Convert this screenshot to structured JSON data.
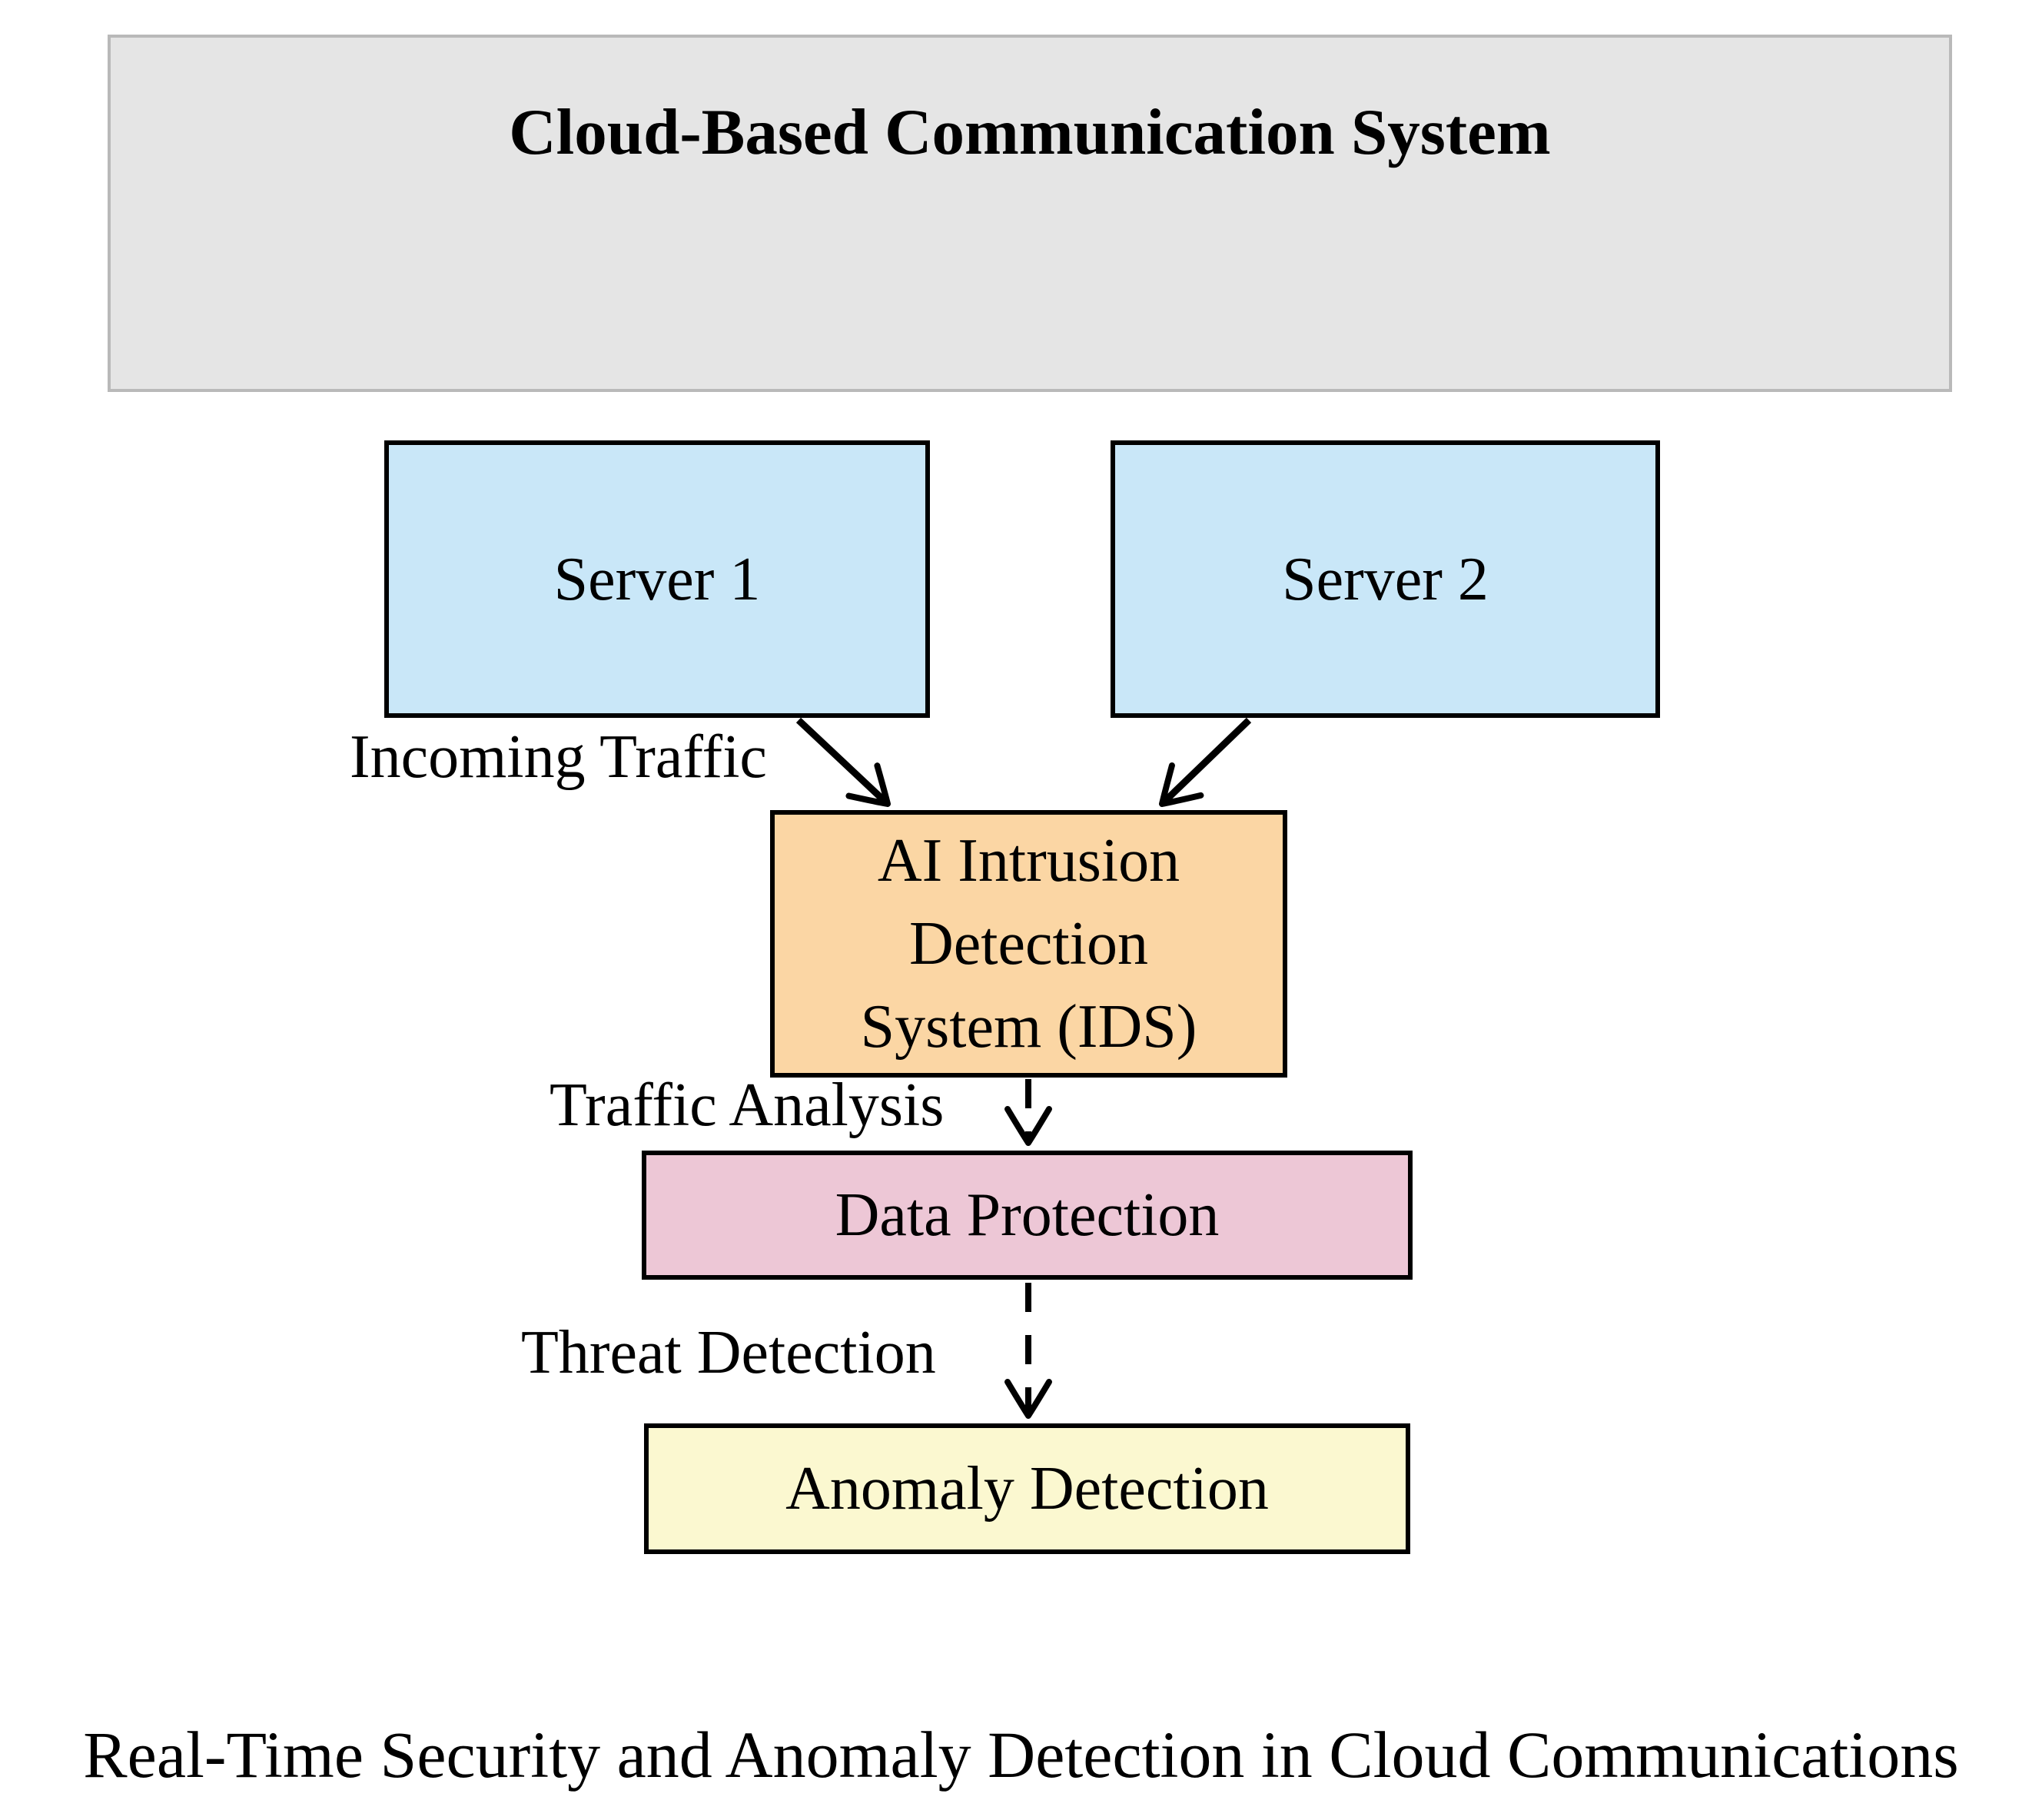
{
  "nodes": {
    "cloud_container": {
      "label": "Cloud-Based Communication System"
    },
    "server1": {
      "label": "Server 1"
    },
    "server2": {
      "label": "Server 2"
    },
    "ids": {
      "line1": "AI Intrusion",
      "line2": "Detection",
      "line3": "System (IDS)"
    },
    "data_protection": {
      "label": "Data Protection"
    },
    "anomaly_detection": {
      "label": "Anomaly Detection"
    }
  },
  "edges": {
    "incoming_traffic": {
      "label": "Incoming Traffic",
      "style": "solid"
    },
    "server2_to_ids": {
      "label": "",
      "style": "solid"
    },
    "traffic_analysis": {
      "label": "Traffic Analysis",
      "style": "dashed"
    },
    "threat_detection": {
      "label": "Threat Detection",
      "style": "dashed"
    }
  },
  "caption": "Real-Time Security and Anomaly Detection in Cloud Communications",
  "colors": {
    "container_fill": "#e5e5e5",
    "container_border": "#b9b9b9",
    "server_fill": "#c9e7f8",
    "ids_fill": "#fbd6a4",
    "data_protection_fill": "#edc7d6",
    "anomaly_fill": "#fbf8d0",
    "node_border": "#000000",
    "arrow": "#000000"
  }
}
